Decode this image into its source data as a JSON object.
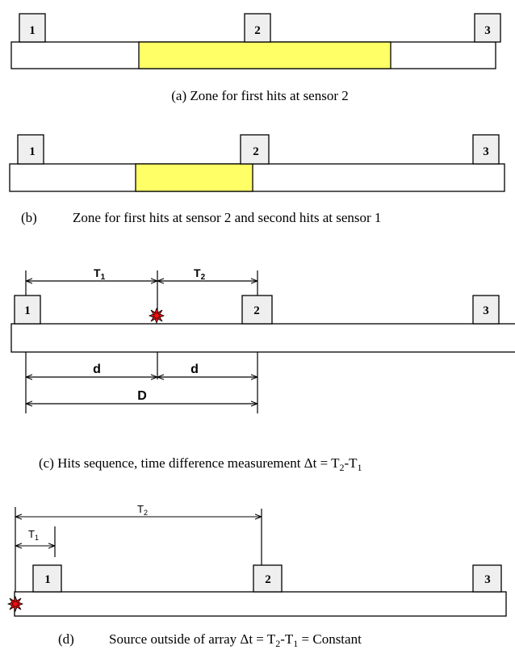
{
  "panels": {
    "a": {
      "caption": "(a) Zone for first hits at sensor 2",
      "sensors": [
        "1",
        "2",
        "3"
      ]
    },
    "b": {
      "caption_prefix": "(b)",
      "caption": "Zone for first hits at sensor 2 and second hits at sensor 1",
      "sensors": [
        "1",
        "2",
        "3"
      ]
    },
    "c": {
      "caption_main": "(c) Hits sequence, time difference measurement Δt = T",
      "caption_sub1": "2",
      "caption_mid": "-T",
      "caption_sub2": "1",
      "sensors": [
        "1",
        "2",
        "3"
      ],
      "t1_main": "T",
      "t1_sub": "1",
      "t2_main": "T",
      "t2_sub": "2",
      "d_left": "d",
      "d_right": "d",
      "D": "D"
    },
    "d": {
      "caption_prefix": "(d)",
      "caption_main": "Source outside of array Δt = T",
      "caption_sub1": "2",
      "caption_mid": "-T",
      "caption_sub2": "1",
      "caption_end": " = Constant",
      "sensors": [
        "1",
        "2",
        "3"
      ],
      "t1_main": "T",
      "t1_sub": "1",
      "t2_main": "T",
      "t2_sub": "2"
    }
  },
  "colors": {
    "zone": "#ffff66",
    "sensor_fill": "#efefef",
    "source": "#ee1111",
    "stroke": "#000000"
  }
}
